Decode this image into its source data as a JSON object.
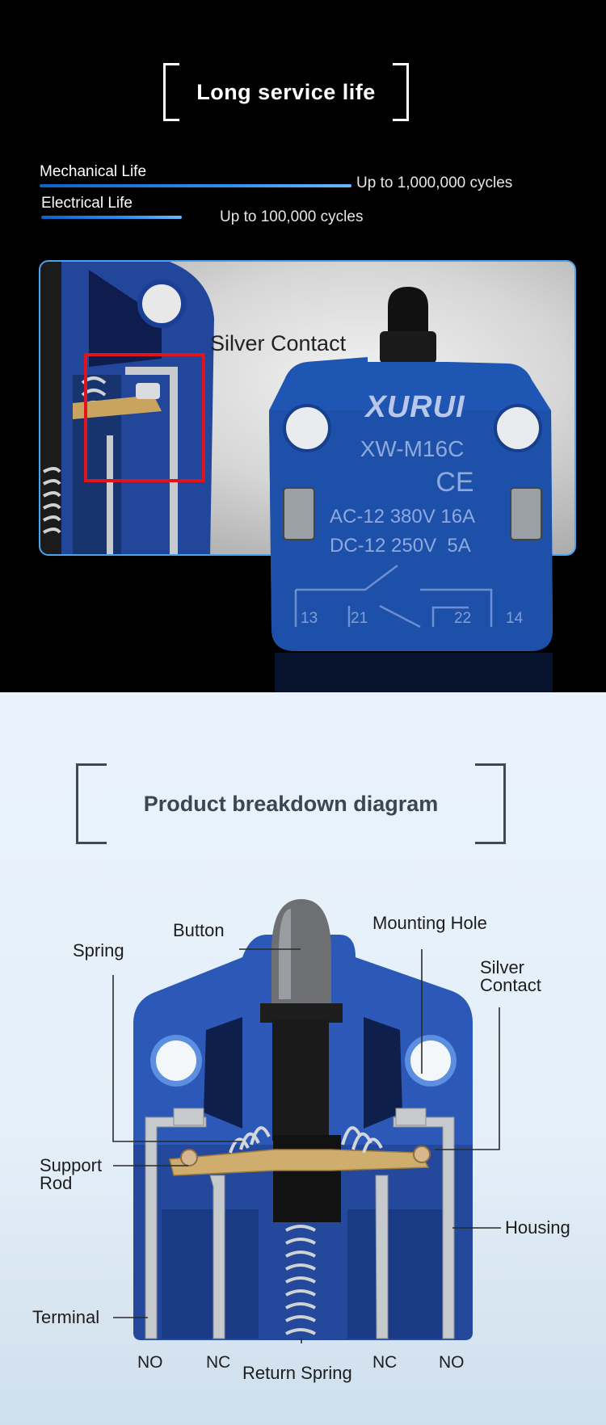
{
  "service_life": {
    "title": "Long service life",
    "mechanical": {
      "label": "Mechanical Life",
      "value": "Up to 1,000,000 cycles",
      "bar_fraction": 1.0
    },
    "electrical": {
      "label": "Electrical Life",
      "value": "Up to 100,000 cycles",
      "bar_fraction": 0.45
    },
    "photo": {
      "callout": "Silver Contact",
      "brand": "XURUI",
      "model": "XW-M16C",
      "ce_mark": "CE",
      "rating_ac": "AC-12 380V 16A",
      "rating_dc": "DC-12 250V  5A",
      "terminal_numbers": [
        "13",
        "21",
        "22",
        "14"
      ]
    }
  },
  "breakdown": {
    "title": "Product breakdown diagram",
    "labels": {
      "button": "Button",
      "mounting_hole": "Mounting Hole",
      "spring": "Spring",
      "silver_contact_line1": "Silver",
      "silver_contact_line2": "Contact",
      "support_rod_line1": "Support",
      "support_rod_line2": "Rod",
      "housing": "Housing",
      "terminal": "Terminal",
      "return_spring": "Return Spring"
    },
    "terminals": [
      "NO",
      "NC",
      "NC",
      "NO"
    ]
  },
  "colors": {
    "accent_blue": "#2b8ff0",
    "switch_blue": "#1f56b3",
    "callout_red": "#e0141c"
  }
}
